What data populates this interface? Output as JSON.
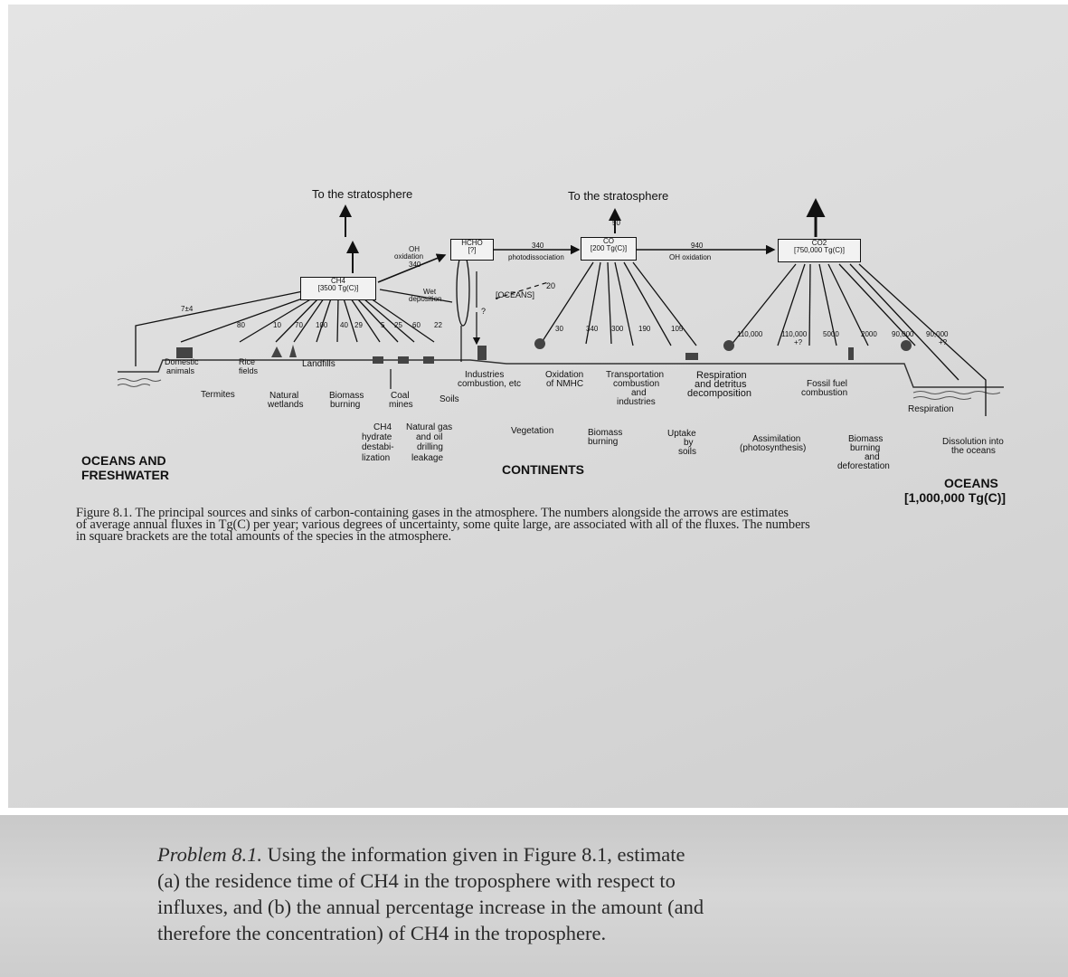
{
  "figure": {
    "stratosphere_left": "To the stratosphere",
    "stratosphere_right": "To the stratosphere",
    "ch4_box": {
      "species": "CH4",
      "amount": "[3500 Tg(C)]"
    },
    "hcho_box": {
      "species": "HCHO",
      "amount": "[?]"
    },
    "co_box": {
      "species": "CO",
      "amount": "[200 Tg(C)]"
    },
    "co2_box": {
      "species": "CO2",
      "amount": "[750,000 Tg(C)]"
    },
    "oh_oxidation_ch4": {
      "line1": "OH",
      "line2": "oxidation",
      "value": "340"
    },
    "wet_deposition": {
      "line1": "Wet",
      "line2": "deposition"
    },
    "photodissociation": {
      "value": "340",
      "label": "photodissociation"
    },
    "co_oh_oxidation": {
      "value": "940",
      "label": "OH oxidation"
    },
    "oceans_bracket": "[OCEANS]",
    "oceans_value": "20",
    "co_up_value": "50",
    "question_mark": "?",
    "flux_values": {
      "v7": "7±4",
      "v80": "80",
      "v10": "10",
      "v70": "70",
      "v100": "100",
      "v40": "40",
      "v29": "29",
      "v5": "5",
      "v25": "25",
      "v60": "60",
      "v22": "22",
      "v30": "30",
      "v340": "340",
      "v300": "300",
      "v190": "190",
      "v105": "105",
      "v110000": "110,000",
      "v110000b": "110,000",
      "v110000b_q": "+?",
      "v5000": "5000",
      "v2000": "2000",
      "v90000": "90,000",
      "v90000b": "90,000",
      "v90000b_q": "+?"
    },
    "sources": {
      "domestic_animals": [
        "Domestic",
        "animals"
      ],
      "rice_fields": [
        "Rice",
        "fields"
      ],
      "landfills": "Landfills",
      "termites": "Termites",
      "natural_wetlands": [
        "Natural",
        "wetlands"
      ],
      "biomass_burning_ch4": [
        "Biomass",
        "burning"
      ],
      "coal_mines": [
        "Coal",
        "mines"
      ],
      "soils": "Soils",
      "ch4_hydrate": [
        "CH4",
        "hydrate",
        "destabi-",
        "lization"
      ],
      "natural_gas": [
        "Natural gas",
        "and oil",
        "drilling",
        "leakage"
      ],
      "industries": [
        "Industries",
        "combustion, etc"
      ],
      "oxidation_nmhc": [
        "Oxidation",
        "of NMHC"
      ],
      "transportation": [
        "Transportation",
        "combustion",
        "and",
        "industries"
      ],
      "respiration_detritus": [
        "Respiration",
        "and detritus",
        "decomposition"
      ],
      "fossil_fuel": [
        "Fossil fuel",
        "combustion"
      ],
      "vegetation": "Vegetation",
      "biomass_burning_co": [
        "Biomass",
        "burning"
      ],
      "uptake_soils": [
        "Uptake",
        "by",
        "soils"
      ],
      "assimilation": [
        "Assimilation",
        "(photosynthesis)"
      ],
      "biomass_deforestation": [
        "Biomass",
        "burning",
        "and",
        "deforestation"
      ],
      "respiration": "Respiration",
      "dissolution": [
        "Dissolution into",
        "the oceans"
      ]
    },
    "region_labels": {
      "oceans_freshwater": [
        "OCEANS AND",
        "FRESHWATER"
      ],
      "continents": "CONTINENTS",
      "oceans": [
        "OCEANS",
        "[1,000,000 Tg(C)]"
      ]
    },
    "caption_lines": [
      "Figure 8.1. The principal sources and sinks of carbon-containing gases in the atmosphere. The numbers alongside the arrows are estimates",
      "of average annual fluxes in Tg(C) per year; various degrees of uncertainty, some quite large, are associated with all of the fluxes. The numbers",
      "in square brackets are the total amounts of the species in the atmosphere."
    ]
  },
  "problem": {
    "label": "Problem 8.1.",
    "line1_rest": "Using the information given in Figure 8.1, estimate",
    "line2": "(a) the residence time of CH4 in the troposphere with respect to",
    "line3": "influxes, and (b) the annual percentage increase in the amount (and",
    "line4": "therefore the concentration) of CH4 in the troposphere."
  }
}
